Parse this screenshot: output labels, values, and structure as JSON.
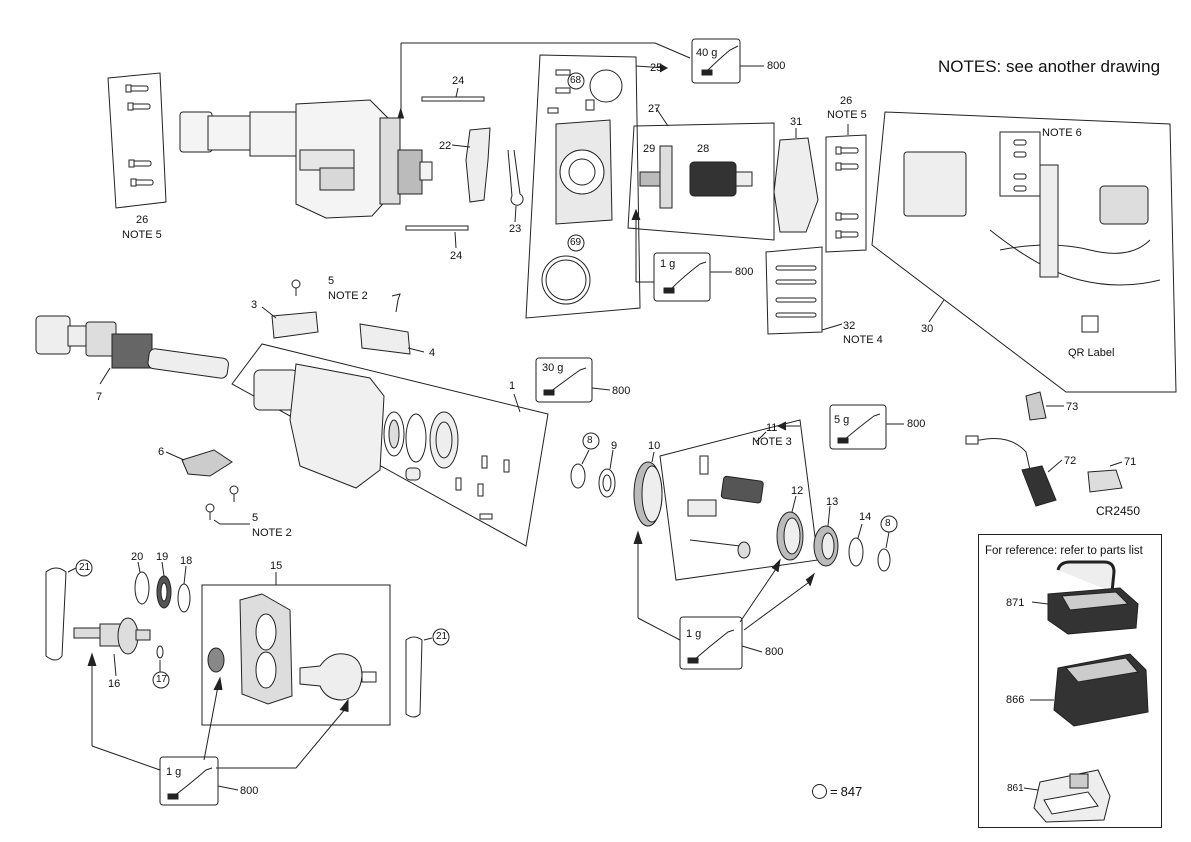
{
  "notes": "NOTES: see another drawing",
  "reference_title": "For reference: refer to parts list",
  "legend": {
    "circle_meaning": "847"
  },
  "callouts": {
    "c24a": "24",
    "c24b": "24",
    "c22": "22",
    "c23": "23",
    "c25": "25",
    "c68": "68",
    "c69": "69",
    "c27": "27",
    "c28": "28",
    "c29": "29",
    "c31": "31",
    "c26r": "26",
    "c26r_note": "NOTE 5",
    "c26l": "26",
    "c26l_note": "NOTE 5",
    "c30": "30",
    "note6": "NOTE 6",
    "c32": "32",
    "c32_note": "NOTE 4",
    "qr": "QR Label",
    "c5a": "5",
    "c5a_note": "NOTE 2",
    "c3": "3",
    "c4": "4",
    "c7": "7",
    "c1": "1",
    "c6": "6",
    "c5b": "5",
    "c5b_note": "NOTE 2",
    "c8a": "8",
    "c9": "9",
    "c10": "10",
    "c11": "11",
    "c11_note": "NOTE 3",
    "c12": "12",
    "c13": "13",
    "c14": "14",
    "c8b": "8",
    "c73": "73",
    "c72": "72",
    "c71": "71",
    "cr2450": "CR2450",
    "c21a": "21",
    "c20": "20",
    "c19": "19",
    "c18": "18",
    "c16": "16",
    "c17": "17",
    "c15": "15",
    "c21b": "21",
    "c871": "871",
    "c866": "866",
    "c861": "861"
  },
  "grease": [
    {
      "id": "g40",
      "amount": "40 g",
      "part": "800"
    },
    {
      "id": "g1a",
      "amount": "1 g",
      "part": "800"
    },
    {
      "id": "g30",
      "amount": "30 g",
      "part": "800"
    },
    {
      "id": "g5",
      "amount": "5 g",
      "part": "800"
    },
    {
      "id": "g1b",
      "amount": "1 g",
      "part": "800"
    },
    {
      "id": "g1c",
      "amount": "1 g",
      "part": "800"
    }
  ]
}
